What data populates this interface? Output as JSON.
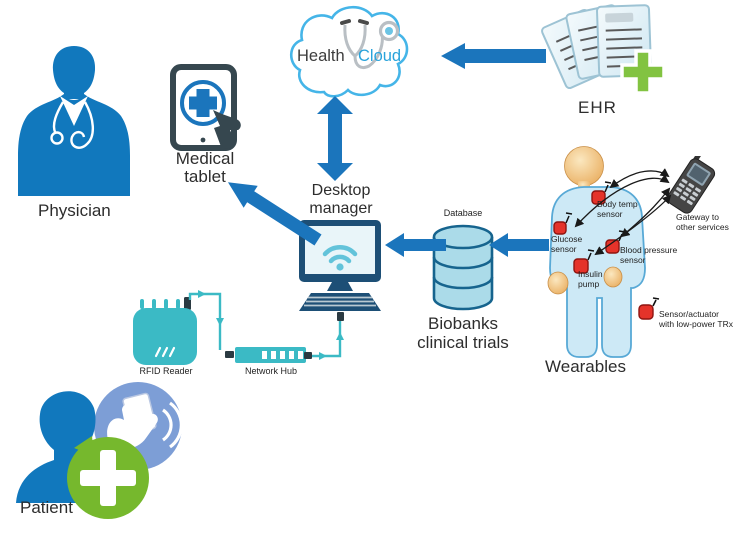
{
  "nodes": {
    "physician": {
      "label": "Physician"
    },
    "tablet": {
      "line1": "Medical",
      "line2": "tablet"
    },
    "cloud": {
      "health": "Health",
      "cloud": "Cloud"
    },
    "ehr": {
      "label": "EHR"
    },
    "desktop": {
      "line1": "Desktop",
      "line2": "manager"
    },
    "database": {
      "caption": "Database",
      "line1": "Biobanks",
      "line2": "clinical trials"
    },
    "rfid": {
      "label": "RFID Reader"
    },
    "hub": {
      "label": "Network Hub"
    },
    "patient": {
      "label": "Patient"
    },
    "wearables": {
      "label": "Wearables"
    },
    "gateway": {
      "line1": "Gateway to",
      "line2": "other services"
    },
    "legend": {
      "line1": "Sensor/actuator",
      "line2": "with low-power TRx"
    },
    "sensors": {
      "body_temp": {
        "line1": "Body temp",
        "line2": "sensor"
      },
      "glucose": {
        "line1": "Glucose",
        "line2": "sensor"
      },
      "blood_pressure": {
        "line1": "Blood pressure",
        "line2": "sensor"
      },
      "insulin": {
        "line1": "Insulin",
        "line2": "pump"
      }
    }
  },
  "colors": {
    "arrow_blue": "#1b75bc",
    "teal": "#3bbac5",
    "navy": "#1d4f76",
    "silhouette_blue": "#1178bd",
    "green": "#76b82d",
    "card_circle_blue": "#7d9ed6",
    "cloud_outline": "#45b5e8",
    "cloud_text_blue": "#29a3db",
    "database_fill": "#abdbe9",
    "database_stroke": "#16648e",
    "sensor_red": "#e5332a",
    "skin": "#f0c285",
    "body_fill": "#cde9f6"
  }
}
